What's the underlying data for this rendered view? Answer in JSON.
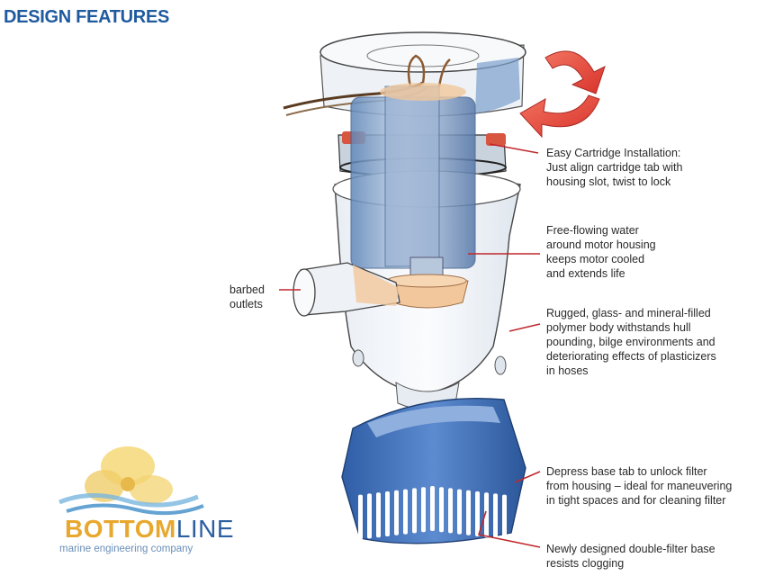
{
  "title": "DESIGN FEATURES",
  "callouts": {
    "cartridge": [
      "Easy Cartridge Installation:",
      "Just align cartridge tab with",
      "housing slot, twist to lock"
    ],
    "water": [
      "Free-flowing water",
      "around motor housing",
      "keeps motor cooled",
      "and extends life"
    ],
    "body": [
      "Rugged, glass- and mineral-filled",
      "polymer body withstands hull",
      "pounding, bilge environments and",
      "deteriorating effects of plasticizers",
      "in hoses"
    ],
    "base_tab": [
      "Depress base tab to unlock filter",
      "from housing – ideal for maneuvering",
      "in tight spaces and for cleaning filter"
    ],
    "filter": [
      "Newly designed double-filter base",
      "resists clogging"
    ],
    "outlets": [
      "barbed",
      "outlets"
    ]
  },
  "logo": {
    "word_a": "BOTTOM",
    "word_b": "LINE",
    "tagline": "marine engineering company"
  },
  "colors": {
    "title": "#1f5a9e",
    "leader": "#c0282d",
    "arrow": "#e8483a",
    "base": "#3f6fb5",
    "logo_gold": "#e8a82e",
    "logo_blue": "#2c5fa0"
  },
  "icons": {
    "twist_arrow": "curved-twist-arrow-icon",
    "propeller": "propeller-logo-icon"
  }
}
